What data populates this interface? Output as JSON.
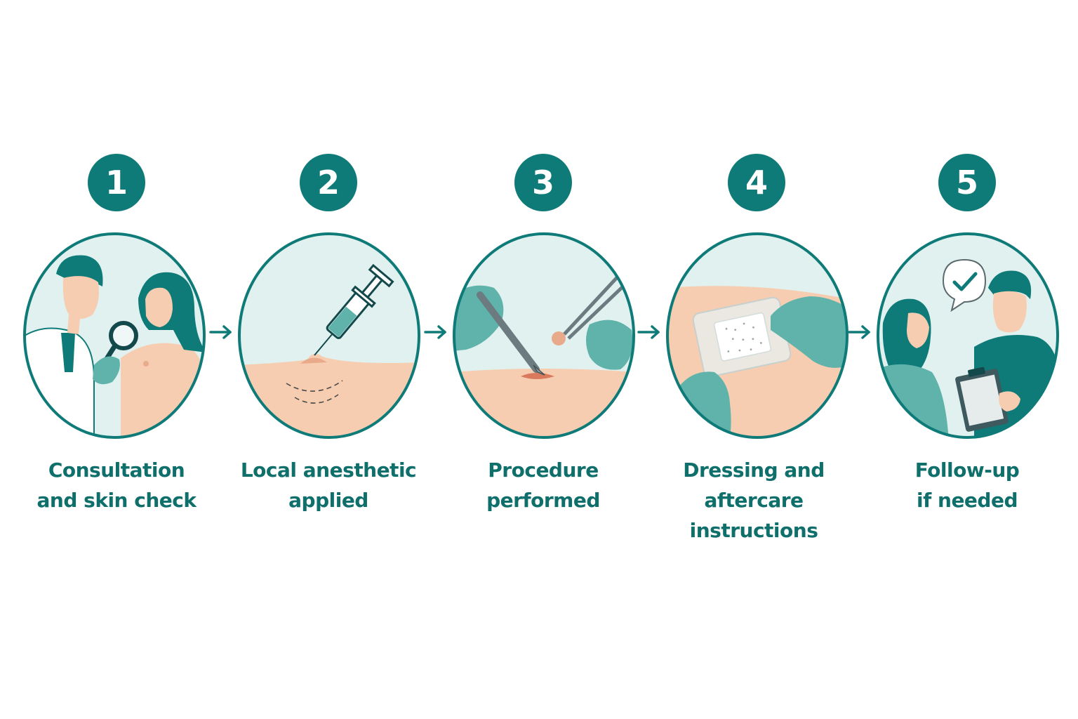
{
  "colors": {
    "teal": "#0f7b78",
    "teal_light": "#5fb3ab",
    "bg_tint": "#e1f1ef",
    "skin": "#f6cdb1",
    "skin_dark": "#e9a98b",
    "text": "#0f6f6b"
  },
  "steps": [
    {
      "number": "1",
      "icon": "consultation-magnifier-icon",
      "caption_lines": [
        "Consultation",
        "and skin check"
      ]
    },
    {
      "number": "2",
      "icon": "syringe-icon",
      "caption_lines": [
        "Local anesthetic",
        "applied"
      ]
    },
    {
      "number": "3",
      "icon": "scalpel-forceps-icon",
      "caption_lines": [
        "Procedure",
        "performed"
      ]
    },
    {
      "number": "4",
      "icon": "bandage-icon",
      "caption_lines": [
        "Dressing and",
        "aftercare",
        "instructions"
      ]
    },
    {
      "number": "5",
      "icon": "clipboard-checkmark-icon",
      "caption_lines": [
        "Follow-up",
        "if needed"
      ]
    }
  ]
}
